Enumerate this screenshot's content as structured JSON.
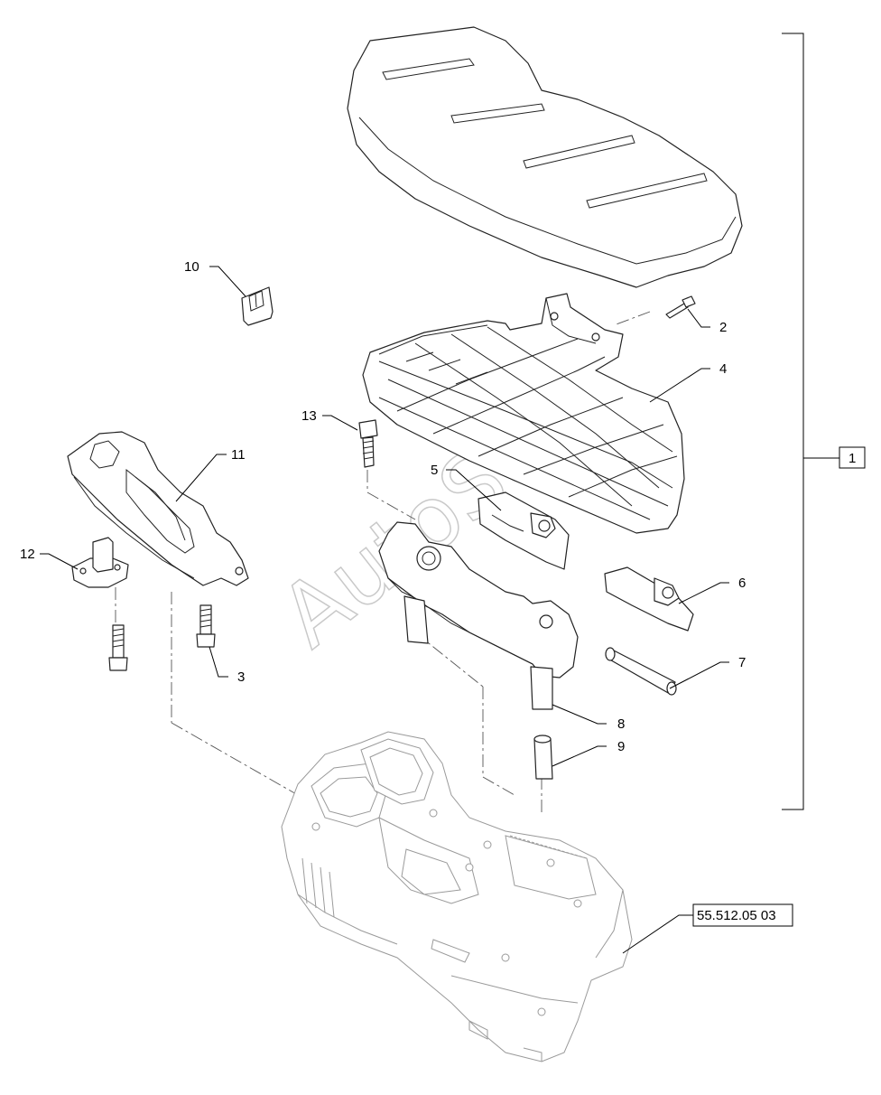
{
  "callouts": [
    "1",
    "2",
    "3",
    "4",
    "5",
    "6",
    "7",
    "8",
    "9",
    "10",
    "11",
    "12",
    "13"
  ],
  "reference": "55.512.05 03",
  "watermark": "AutoSoft"
}
